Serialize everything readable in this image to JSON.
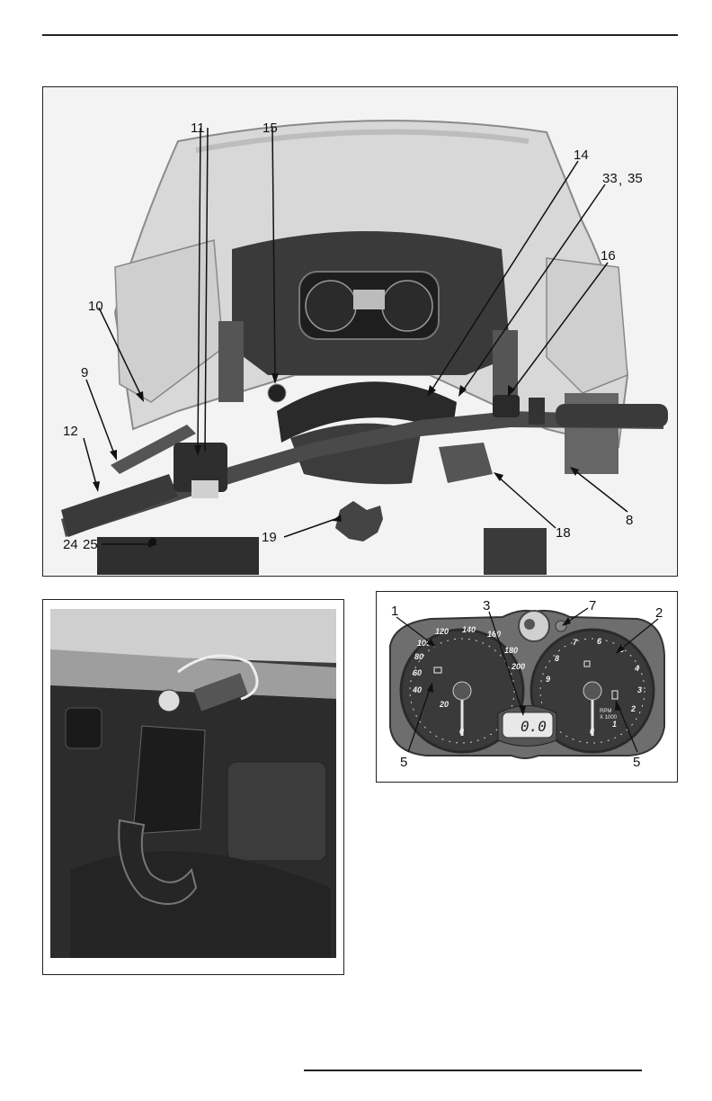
{
  "main_figure": {
    "callouts": [
      "11",
      "15",
      "14",
      "33",
      ",",
      "35",
      "16",
      "10",
      "9",
      "12",
      "24",
      "25",
      "19",
      "18",
      "8"
    ]
  },
  "cluster_figure": {
    "callouts": [
      "1",
      "3",
      "7",
      "2",
      "5",
      "5"
    ],
    "speedometer_ticks": [
      "20",
      "40",
      "60",
      "80",
      "100",
      "120",
      "140",
      "160",
      "180",
      "200"
    ],
    "speed_zero": "0",
    "tachometer_ticks": [
      "1",
      "2",
      "3",
      "4",
      "5",
      "6",
      "7",
      "8",
      "9"
    ],
    "tach_zero": "0",
    "rpm_label": "RPM",
    "rpm_sublabel": "X 1000",
    "lcd_value": "0.0"
  }
}
